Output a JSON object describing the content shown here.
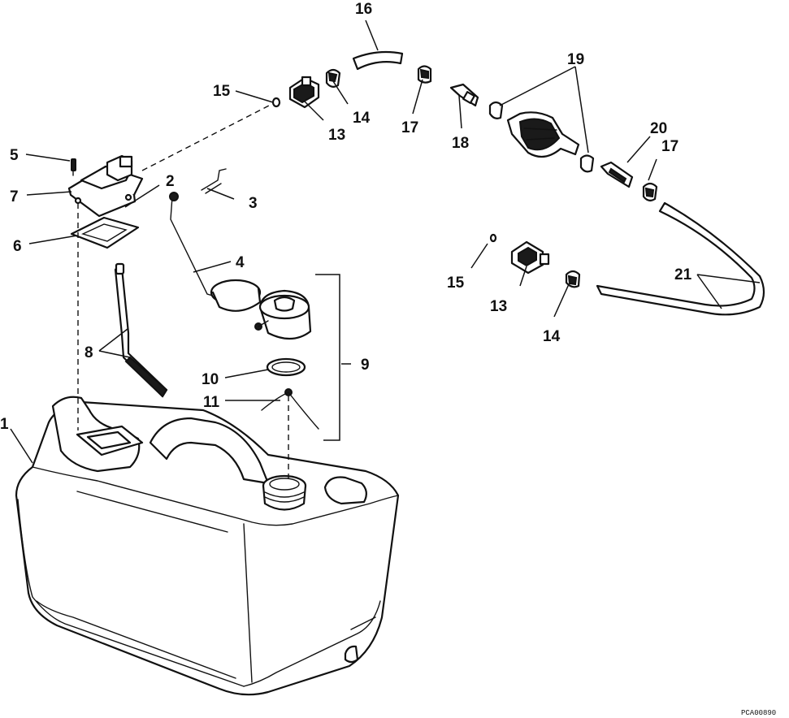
{
  "callouts": {
    "c1": "1",
    "c2": "2",
    "c3": "3",
    "c4": "4",
    "c5": "5",
    "c6": "6",
    "c7": "7",
    "c8": "8",
    "c9": "9",
    "c10": "10",
    "c11": "11",
    "c13a": "13",
    "c13b": "13",
    "c14a": "14",
    "c14b": "14",
    "c15a": "15",
    "c15b": "15",
    "c16": "16",
    "c17a": "17",
    "c17b": "17",
    "c18": "18",
    "c19": "19",
    "c20": "20",
    "c21": "21"
  },
  "drawing_code": "PCA00890"
}
